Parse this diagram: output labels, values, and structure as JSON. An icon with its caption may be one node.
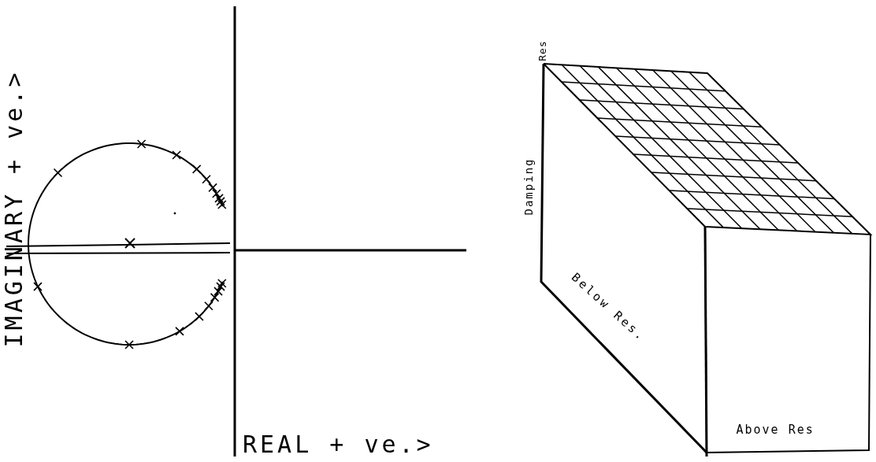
{
  "diagram": {
    "labels": [
      "IMAGINARY + ve.>",
      "REAL + ve.>",
      "Res",
      "Damping",
      "Below Res.",
      "Above Res"
    ]
  }
}
